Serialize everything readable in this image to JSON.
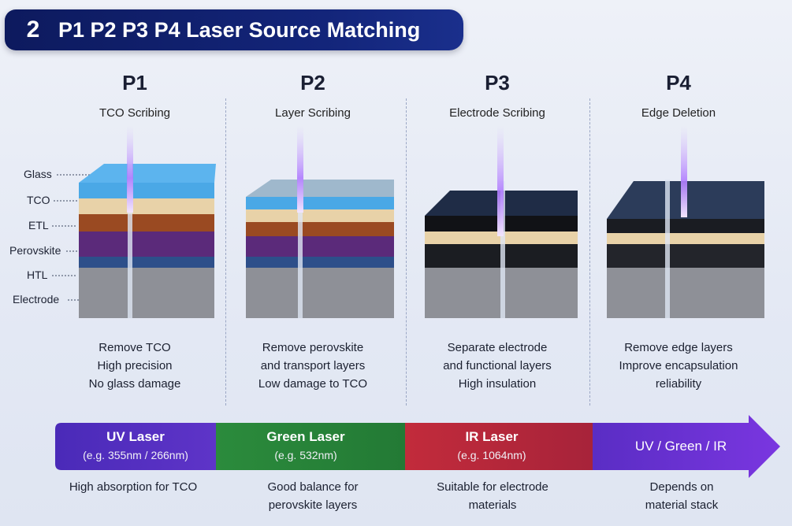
{
  "title": {
    "number": "2",
    "text": "P1 P2 P3 P4 Laser Source Matching"
  },
  "layers": [
    "Glass",
    "TCO",
    "ETL",
    "Perovskite",
    "HTL",
    "Electrode"
  ],
  "columns": [
    {
      "label": "P1",
      "process": "TCO Scribing",
      "desc": [
        "Remove TCO",
        "High precision",
        "No glass damage"
      ]
    },
    {
      "label": "P2",
      "process": "Layer Scribing",
      "desc": [
        "Remove perovskite",
        "and transport layers",
        "Low damage to TCO"
      ]
    },
    {
      "label": "P3",
      "process": "Electrode Scribing",
      "desc": [
        "Separate electrode",
        "and functional layers",
        "High insulation"
      ]
    },
    {
      "label": "P4",
      "process": "Edge Deletion",
      "desc": [
        "Remove edge layers",
        "Improve encapsulation",
        "reliability"
      ]
    }
  ],
  "lasers": [
    {
      "name": "UV Laser",
      "example": "(e.g. 355nm / 266nm)",
      "note": [
        "High absorption for TCO"
      ],
      "color": "#5a2fc0"
    },
    {
      "name": "Green Laser",
      "example": "(e.g. 532nm)",
      "note": [
        "Good balance for",
        "perovskite layers"
      ],
      "color": "#2a8a3e"
    },
    {
      "name": "IR Laser",
      "example": "(e.g. 1064nm)",
      "note": [
        "Suitable for electrode",
        "materials"
      ],
      "color": "#b8283c"
    },
    {
      "name": "UV / Green / IR",
      "example": "",
      "note": [
        "Depends on",
        "material stack"
      ],
      "color": "#6a2fd0"
    }
  ],
  "colors": {
    "banner": "#13257a",
    "beam": "#b07cff",
    "glass": "#4aa8e6",
    "tco": "#e8d2a8",
    "etl": "#9a4a22",
    "perovskite": "#5b2a7a",
    "htl": "#2d4f8a",
    "electrode": "#8e9097"
  }
}
